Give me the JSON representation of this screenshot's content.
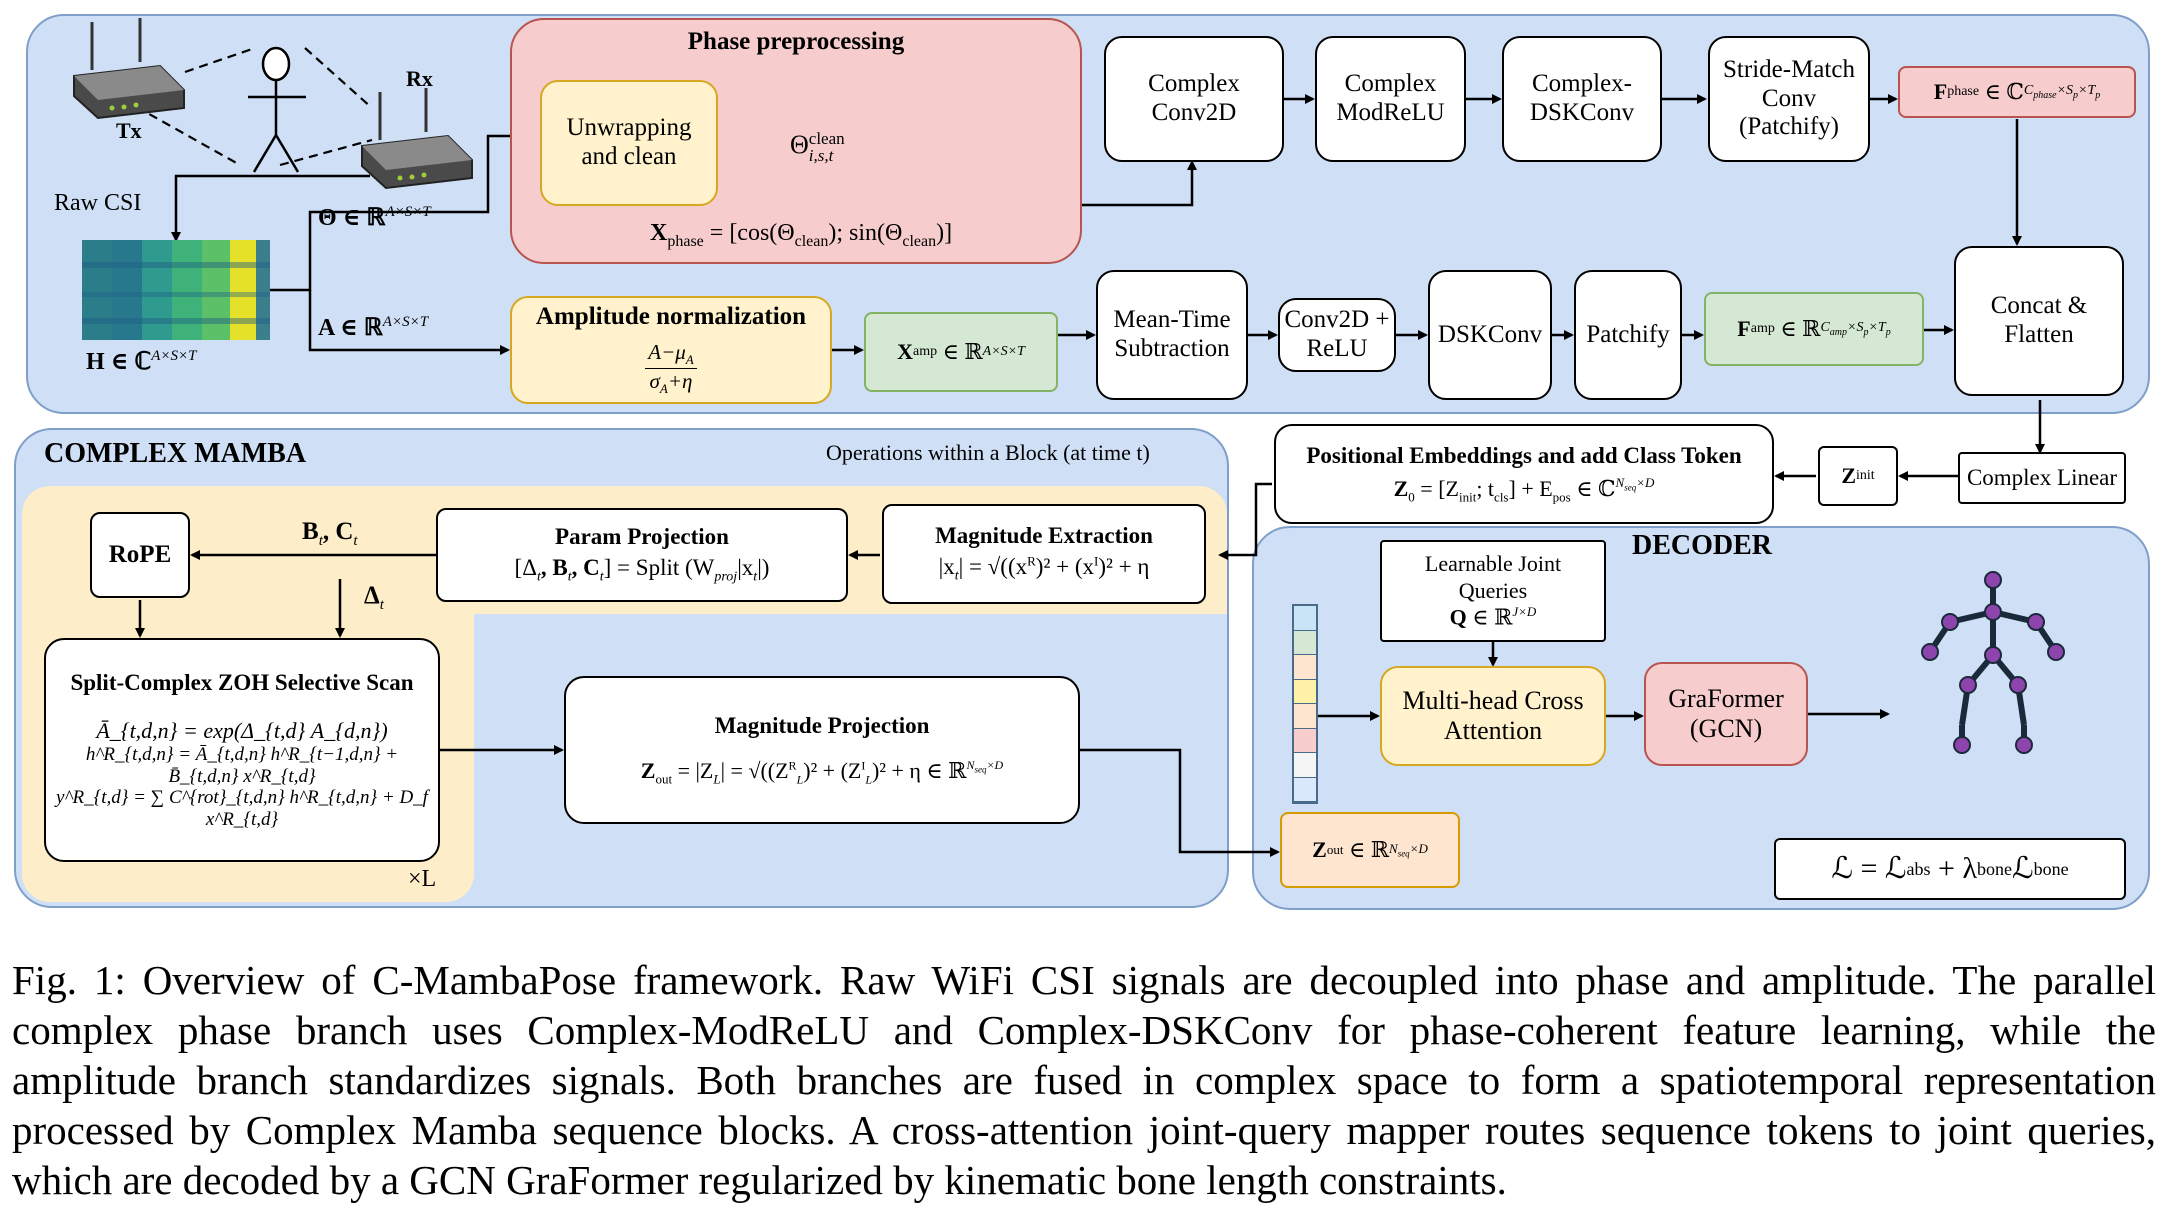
{
  "input": {
    "tx": "Tx",
    "rx": "Rx",
    "raw_csi": "Raw CSI",
    "h_label": "H ∈ ℂ",
    "h_sup": "A×S×T",
    "theta_label": "Θ ∈ ℝ",
    "theta_sup": "A×S×T",
    "a_label": "A ∈ ℝ",
    "a_sup": "A×S×T"
  },
  "phase": {
    "title": "Phase preprocessing",
    "unwrap": "Unwrapping and clean",
    "theta_clean": "Θ",
    "theta_clean_sup": "clean",
    "theta_clean_sub": "i,s,t",
    "xphase": "X",
    "xphase_sub": "phase",
    "xphase_eq": "= [cos(Θ",
    "xphase_mid": "); sin(Θ",
    "clean_sub": "clean",
    "xphase_end": ")]",
    "conv2d": "Complex Conv2D",
    "modrelu": "Complex ModReLU",
    "dskconv": "Complex-DSKConv",
    "stride": "Stride-Match Conv (Patchify)",
    "fphase": "F",
    "fphase_sub": "phase",
    "fphase_rest": "∈ ℂ",
    "fphase_sup": "C",
    "fphase_sup_sub": "phase",
    "fphase_sup_rest": "×S",
    "fphase_sp": "p",
    "fphase_x": "×T",
    "fphase_tp": "p"
  },
  "amp": {
    "title": "Amplitude normalization",
    "num": "A−μ",
    "num_sub": "A",
    "den": "σ",
    "den_sub": "A",
    "den_rest": "+η",
    "xamp": "X",
    "xamp_sub": "amp",
    "xamp_rest": "∈ ℝ",
    "xamp_sup": "A×S×T",
    "meantime": "Mean-Time Subtraction",
    "conv2d_relu": "Conv2D + ReLU",
    "dskconv": "DSKConv",
    "patchify": "Patchify",
    "famp": "F",
    "famp_sub": "amp",
    "famp_rest": "∈ ℝ",
    "famp_sup": "C",
    "famp_sup_sub": "amp",
    "famp_sup_rest": "×S",
    "famp_sp": "p",
    "famp_x": "×T",
    "famp_tp": "p"
  },
  "fusion": {
    "concat": "Concat & Flatten",
    "complex_linear": "Complex Linear",
    "zinit": "Z",
    "zinit_sub": "init",
    "pos_title": "Positional Embeddings and add Class Token",
    "pos_eq1": "Z",
    "pos_eq1_sub": "0",
    "pos_eq2": "= [Z",
    "pos_eq2_sub": "init",
    "pos_eq3": "; t",
    "pos_eq3_sub": "cls",
    "pos_eq4": "] + E",
    "pos_eq4_sub": "pos",
    "pos_eq5": "∈ ℂ",
    "pos_sup": "N",
    "pos_sup_sub": "seq",
    "pos_sup_rest": "×D"
  },
  "mamba": {
    "title": "COMPLEX MAMBA",
    "ops_note": "Operations within a Block (at time t)",
    "rope": "RoPE",
    "bc_label": "B",
    "bc_sub": "t",
    "bc_mid": ", C",
    "bc_sub2": "t",
    "delta_label": "Δ",
    "delta_sub": "t",
    "param_title": "Param Projection",
    "param_eq": "[Δ",
    "param_eq_sub": "t",
    "param_eq2": ", B",
    "param_eq2_sub": "t",
    "param_eq3": ", C",
    "param_eq3_sub": "t",
    "param_eq4": "] = Split (W",
    "param_eq4_sub": "proj",
    "param_eq5": "|x",
    "param_eq5_sub": "t",
    "param_eq6": "|)",
    "mag_title": "Magnitude Extraction",
    "mag_eq": "|x",
    "mag_eq_sub": "t",
    "mag_eq2": "| = √((x",
    "mag_eq_R": "R",
    "mag_eq3": ")² + (x",
    "mag_eq_I": "I",
    "mag_eq4": ")² + η",
    "scan_title": "Split-Complex ZOH Selective Scan",
    "scan_eq1": "Ā_{t,d,n} = exp(Δ_{t,d} A_{d,n})",
    "scan_eq2": "h^R_{t,d,n} = Ā_{t,d,n} h^R_{t−1,d,n} + B̄_{t,d,n} x^R_{t,d}",
    "scan_eq3": "y^R_{t,d} = ∑ C^{rot}_{t,d,n} h^R_{t,d,n} + D_f x^R_{t,d}",
    "times_l": "×L",
    "magproj_title": "Magnitude Projection",
    "magproj_eq": "Z",
    "magproj_eq_sub": "out",
    "magproj_eq2": "= |Z",
    "magproj_eq2_sub": "L",
    "magproj_eq3": "| = √((Z",
    "magproj_eq3_sup": "R",
    "magproj_eq3_sub": "L",
    "magproj_eq4": ")² + (Z",
    "magproj_eq4_sup": "I",
    "magproj_eq4_sub": "L",
    "magproj_eq5": ")² + η ∈ ℝ",
    "magproj_sup": "N",
    "magproj_sup_sub": "seq",
    "magproj_sup_rest": "×D"
  },
  "decoder": {
    "title": "DECODER",
    "queries_line1": "Learnable Joint",
    "queries_line2": "Queries",
    "queries_eq": "Q",
    "queries_rest": "∈ ℝ",
    "queries_sup": "J×D",
    "mhca": "Multi-head Cross Attention",
    "graformer": "GraFormer (GCN)",
    "zout": "Z",
    "zout_sub": "out",
    "zout_rest": "∈ ℝ",
    "zout_sup": "N",
    "zout_sup_sub": "seq",
    "zout_sup_rest": "×D",
    "loss": "ℒ = ℒ",
    "loss_sub1": "abs",
    "loss_mid": "+ λ",
    "loss_sub2": "bone",
    "loss_end": "ℒ",
    "loss_sub3": "bone",
    "token_colors": [
      "#c9e4f7",
      "#d5e8d4",
      "#fde5cf",
      "#fff2a8",
      "#fde5cf",
      "#f8cecc",
      "#f5f5f5",
      "#dae8fc"
    ]
  },
  "caption": "Fig. 1: Overview of C-MambaPose framework. Raw WiFi CSI signals are decoupled into phase and amplitude. The parallel complex phase branch uses Complex-ModReLU and Complex-DSKConv for phase-coherent feature learning, while the amplitude branch standardizes signals. Both branches are fused in complex space to form a spatiotemporal representation processed by Complex Mamba sequence blocks. A cross-attention joint-query mapper routes sequence tokens to joint queries, which are decoded by a GCN GraFormer regularized by kinematic bone length constraints.",
  "colors": {
    "panel": "#cfdff5",
    "phase_box": "#f6cccc",
    "amp_box": "#fff2cc",
    "green_box": "#d5e8d4",
    "skeleton_joint": "#8e44ad",
    "skeleton_bone": "#1a2a3a"
  }
}
